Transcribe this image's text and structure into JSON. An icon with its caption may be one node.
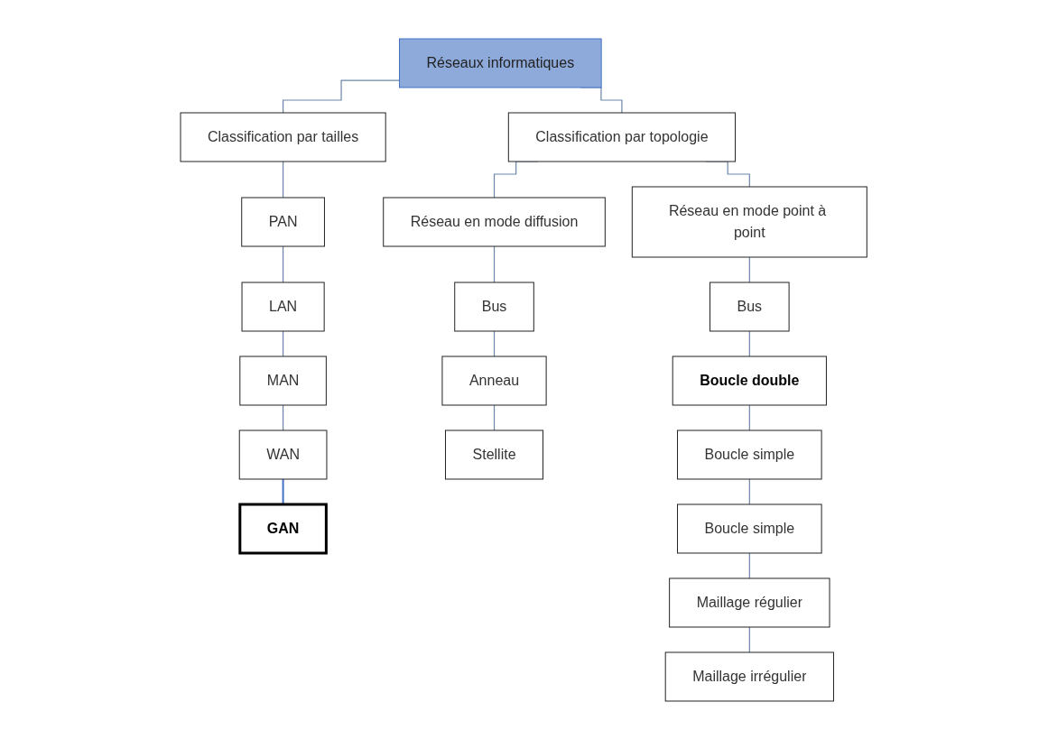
{
  "diagram": {
    "nodes": [
      {
        "text": [
          "Réseaux informatiques"
        ]
      },
      {
        "text": [
          "Classification par tailles"
        ]
      },
      {
        "text": [
          "Classification par topologie"
        ]
      },
      {
        "text": [
          "PAN"
        ]
      },
      {
        "text": [
          "LAN"
        ]
      },
      {
        "text": [
          "MAN"
        ]
      },
      {
        "text": [
          "WAN"
        ]
      },
      {
        "text": [
          "GAN"
        ]
      },
      {
        "text": [
          "Réseau en mode diffusion"
        ]
      },
      {
        "text": [
          "Réseau en mode point à point"
        ]
      },
      {
        "text": [
          "Bus"
        ]
      },
      {
        "text": [
          "Anneau"
        ]
      },
      {
        "text": [
          "Stellite"
        ]
      },
      {
        "text": [
          "Bus"
        ]
      },
      {
        "text": [
          "Boucle double"
        ]
      },
      {
        "text": [
          "Boucle simple"
        ]
      },
      {
        "text": [
          "Boucle simple"
        ]
      },
      {
        "text": [
          "Maillage régulier"
        ]
      },
      {
        "text": [
          "Maillage irrégulier"
        ]
      }
    ],
    "edges": [
      {
        "from": 0,
        "to": 1,
        "arrow": "none"
      },
      {
        "from": 0,
        "to": 2,
        "arrow": "none"
      },
      {
        "from": 1,
        "to": 3,
        "arrow": "none"
      },
      {
        "from": 3,
        "to": 4,
        "arrow": "none"
      },
      {
        "from": 4,
        "to": 5,
        "arrow": "none"
      },
      {
        "from": 5,
        "to": 6,
        "arrow": "none"
      },
      {
        "from": 6,
        "to": 7,
        "arrow": "none",
        "color": "#4472c4"
      },
      {
        "from": 2,
        "to": 8,
        "arrow": "none"
      },
      {
        "from": 2,
        "to": 9,
        "arrow": "none"
      },
      {
        "from": 8,
        "to": 10,
        "arrow": "none"
      },
      {
        "from": 10,
        "to": 11,
        "arrow": "none"
      },
      {
        "from": 11,
        "to": 12,
        "arrow": "none"
      },
      {
        "from": 9,
        "to": 13,
        "arrow": "none"
      },
      {
        "from": 13,
        "to": 14,
        "arrow": "none"
      },
      {
        "from": 14,
        "to": 15,
        "arrow": "none"
      },
      {
        "from": 15,
        "to": 16,
        "arrow": "none"
      },
      {
        "from": 16,
        "to": 17,
        "arrow": "none"
      },
      {
        "from": 17,
        "to": 18,
        "arrow": "none"
      }
    ]
  }
}
